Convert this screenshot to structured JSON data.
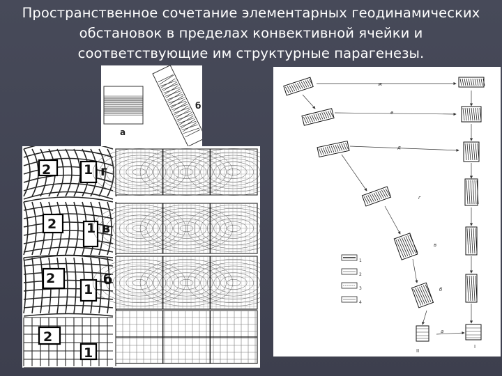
{
  "slide": {
    "title_lines": [
      "Пространственное сочетание элементарных геодинамических",
      "обстановок в пределах конвективной ячейки и",
      "соответствующие им структурные парагенезы."
    ]
  },
  "figure_ab": {
    "labels": {
      "a": "а",
      "b": "б"
    }
  },
  "figure_grids": {
    "rows": [
      {
        "label": "г",
        "cell_2": "2",
        "cell_1": "1"
      },
      {
        "label": "в",
        "cell_2": "2",
        "cell_1": "1"
      },
      {
        "label": "б",
        "cell_2": "2",
        "cell_1": "1"
      },
      {
        "label": "",
        "cell_2": "2",
        "cell_1": "1"
      }
    ]
  },
  "figure_diagram": {
    "arrow_labels": [
      "ж",
      "е",
      "д",
      "г",
      "в",
      "б",
      "а"
    ],
    "legend": [
      "1",
      "2",
      "3",
      "4"
    ],
    "bottom_labels": {
      "left": "II",
      "right": "I"
    }
  },
  "colors": {
    "background": "#42444f",
    "title_text": "#ffffff",
    "panel": "#ffffff",
    "ink": "#222222"
  }
}
